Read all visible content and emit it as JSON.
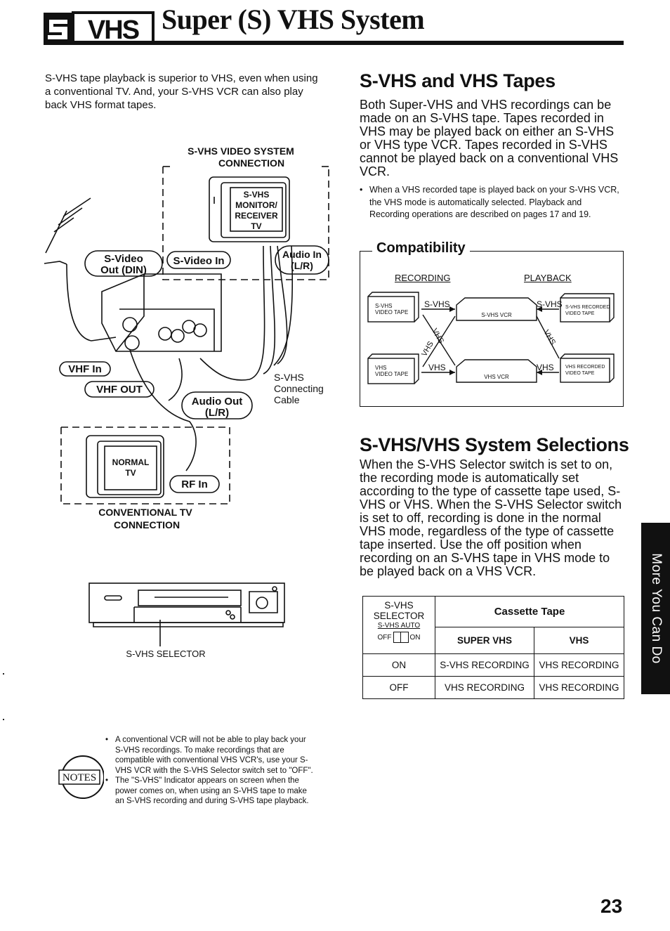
{
  "header": {
    "logo_text": "SVHS",
    "title": "Super (S) VHS System"
  },
  "intro": "S-VHS tape playback is superior to VHS, even when using a conventional TV.  And, your S-VHS VCR can also play back VHS format tapes.",
  "connection_diagram": {
    "system_title_line1": "S-VHS VIDEO SYSTEM",
    "system_title_line2": "CONNECTION",
    "monitor_label": "S-VHS MONITOR/ RECEIVER TV",
    "svideo_out": "S-Video Out (DIN)",
    "svideo_in": "S-Video In",
    "audio_in": "Audio In (L/R)",
    "vhf_in": "VHF In",
    "vhf_out": "VHF OUT",
    "audio_out": "Audio Out (L/R)",
    "cable_label": "S-VHS Connecting Cable",
    "normal_tv": "NORMAL TV",
    "rf_in": "RF In",
    "conventional_line1": "CONVENTIONAL TV",
    "conventional_line2": "CONNECTION"
  },
  "vcr_caption": "S-VHS SELECTOR",
  "section1": {
    "heading": "S-VHS and VHS Tapes",
    "body": "Both Super-VHS and VHS recordings can be made on an S-VHS tape. Tapes recorded in VHS may be played back on either an S-VHS or VHS type VCR. Tapes recorded in S-VHS cannot be played back on a conventional VHS VCR.",
    "bullet": "When a VHS recorded tape is played back on your S-VHS VCR, the VHS mode is automatically selected. Playback and Recording operations are described on pages 17 and 19."
  },
  "compatibility": {
    "title": "Compatibility",
    "recording_label": "RECORDING",
    "playback_label": "PLAYBACK",
    "svhs_video_tape": "S-VHS VIDEO TAPE",
    "vhs_video_tape": "VHS VIDEO TAPE",
    "svhs_vcr": "S-VHS VCR",
    "vhs_vcr": "VHS VCR",
    "svhs_recorded": "S-VHS RECORDED VIDEO TAPE",
    "vhs_recorded": "VHS RECORDED VIDEO TAPE",
    "arrow_svhs": "S-VHS",
    "arrow_vhs": "VHS"
  },
  "section2": {
    "heading": "S-VHS/VHS System Selections",
    "body": "When the S-VHS Selector switch is set to on, the recording mode is automatically set according to the type of cassette tape used, S-VHS or VHS. When the S-VHS Selector switch is set to off, recording is done in the normal VHS mode, regardless of the type of cassette tape inserted. Use the off position when recording on an S-VHS tape in VHS mode to be played back on a VHS VCR."
  },
  "selector_table": {
    "selector_header": "S-VHS SELECTOR",
    "switch_label": "S-VHS AUTO",
    "off_label": "OFF",
    "on_label": "ON",
    "cassette_header": "Cassette Tape",
    "col_super_vhs": "SUPER VHS",
    "col_vhs": "VHS",
    "rows": [
      {
        "selector": "ON",
        "super_vhs": "S-VHS RECORDING",
        "vhs": "VHS RECORDING"
      },
      {
        "selector": "OFF",
        "super_vhs": "VHS RECORDING",
        "vhs": "VHS RECORDING"
      }
    ]
  },
  "side_tab": "More You Can Do",
  "notes": {
    "icon_label": "NOTES",
    "items": [
      "A conventional VCR will not be able to play back your S-VHS recordings.  To make recordings that are compatible with conventional VHS VCR's, use your S-VHS VCR with the S-VHS Selector switch set to \"OFF\".",
      "The \"S-VHS\" Indicator appears on screen when the power comes on, when using an S-VHS tape to make an S-VHS recording and during S-VHS tape playback."
    ]
  },
  "page_number": "23"
}
